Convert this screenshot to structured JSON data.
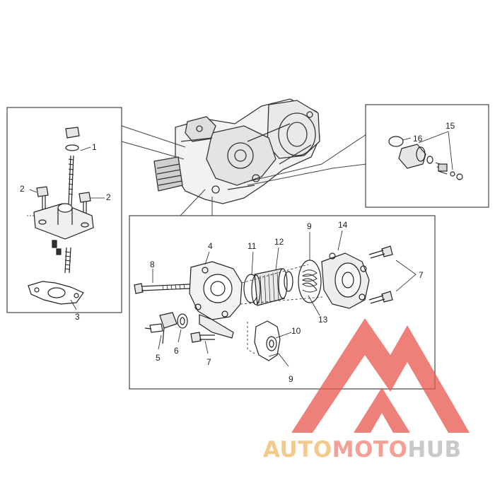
{
  "callouts": {
    "c1": "1",
    "c2a": "2",
    "c2b": "2",
    "c3": "3",
    "c4": "4",
    "c5": "5",
    "c6": "6",
    "c7a": "7",
    "c7b": "7",
    "c8": "8",
    "c9a": "9",
    "c9b": "9",
    "c10": "10",
    "c11": "11",
    "c12": "12",
    "c13": "13",
    "c14": "14",
    "c15": "15",
    "c16": "16"
  },
  "watermark": {
    "part1": "AUTO",
    "part2": "MOTO",
    "part3": "HUB",
    "colors": {
      "part1": "#f3c98c",
      "part2": "#f4a097",
      "part3": "#c9c9c9",
      "logo": "#e8564c"
    }
  }
}
